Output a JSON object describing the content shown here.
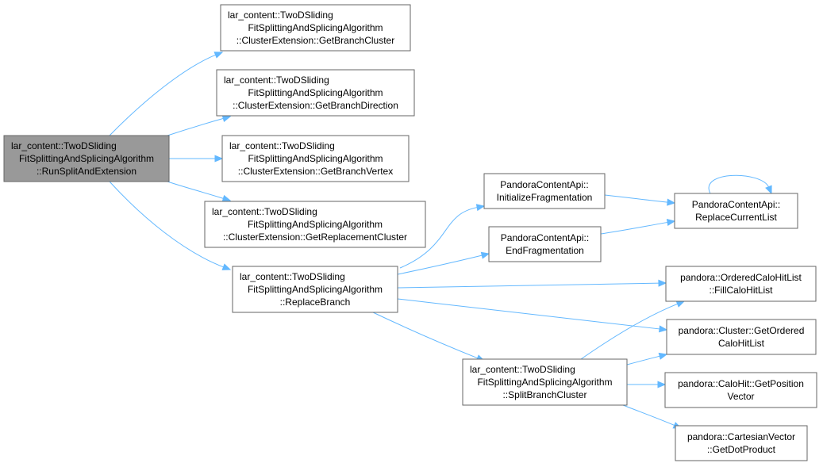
{
  "colors": {
    "edge": "#63b8ff",
    "node_border": "#666666",
    "root_fill": "#999999",
    "node_fill": "#ffffff"
  },
  "nodes": [
    {
      "id": "run",
      "lines": [
        "lar_content::TwoDSliding",
        "FitSplittingAndSplicingAlgorithm",
        "::RunSplitAndExtension"
      ]
    },
    {
      "id": "getBranchCluster",
      "lines": [
        "lar_content::TwoDSliding",
        "FitSplittingAndSplicingAlgorithm",
        "::ClusterExtension::GetBranchCluster"
      ]
    },
    {
      "id": "getBranchDirection",
      "lines": [
        "lar_content::TwoDSliding",
        "FitSplittingAndSplicingAlgorithm",
        "::ClusterExtension::GetBranchDirection"
      ]
    },
    {
      "id": "getBranchVertex",
      "lines": [
        "lar_content::TwoDSliding",
        "FitSplittingAndSplicingAlgorithm",
        "::ClusterExtension::GetBranchVertex"
      ]
    },
    {
      "id": "getReplacementCluster",
      "lines": [
        "lar_content::TwoDSliding",
        "FitSplittingAndSplicingAlgorithm",
        "::ClusterExtension::GetReplacementCluster"
      ]
    },
    {
      "id": "replaceBranch",
      "lines": [
        "lar_content::TwoDSliding",
        "FitSplittingAndSplicingAlgorithm",
        "::ReplaceBranch"
      ]
    },
    {
      "id": "initFrag",
      "lines": [
        "PandoraContentApi::",
        "InitializeFragmentation"
      ]
    },
    {
      "id": "endFrag",
      "lines": [
        "PandoraContentApi::",
        "EndFragmentation"
      ]
    },
    {
      "id": "replaceCurrentList",
      "lines": [
        "PandoraContentApi::",
        "ReplaceCurrentList"
      ]
    },
    {
      "id": "fillCaloHitList",
      "lines": [
        "pandora::OrderedCaloHitList",
        "::FillCaloHitList"
      ]
    },
    {
      "id": "getOrderedCaloHitList",
      "lines": [
        "pandora::Cluster::GetOrdered",
        "CaloHitList"
      ]
    },
    {
      "id": "splitBranchCluster",
      "lines": [
        "lar_content::TwoDSliding",
        "FitSplittingAndSplicingAlgorithm",
        "::SplitBranchCluster"
      ]
    },
    {
      "id": "getPositionVector",
      "lines": [
        "pandora::CaloHit::GetPosition",
        "Vector"
      ]
    },
    {
      "id": "getDotProduct",
      "lines": [
        "pandora::CartesianVector",
        "::GetDotProduct"
      ]
    }
  ],
  "edges": [
    {
      "from": "run",
      "to": "getBranchCluster"
    },
    {
      "from": "run",
      "to": "getBranchDirection"
    },
    {
      "from": "run",
      "to": "getBranchVertex"
    },
    {
      "from": "run",
      "to": "getReplacementCluster"
    },
    {
      "from": "run",
      "to": "replaceBranch"
    },
    {
      "from": "replaceBranch",
      "to": "initFrag"
    },
    {
      "from": "replaceBranch",
      "to": "endFrag"
    },
    {
      "from": "replaceBranch",
      "to": "fillCaloHitList"
    },
    {
      "from": "replaceBranch",
      "to": "getOrderedCaloHitList"
    },
    {
      "from": "replaceBranch",
      "to": "splitBranchCluster"
    },
    {
      "from": "initFrag",
      "to": "replaceCurrentList"
    },
    {
      "from": "endFrag",
      "to": "replaceCurrentList"
    },
    {
      "from": "replaceCurrentList",
      "to": "replaceCurrentList"
    },
    {
      "from": "splitBranchCluster",
      "to": "fillCaloHitList"
    },
    {
      "from": "splitBranchCluster",
      "to": "getOrderedCaloHitList"
    },
    {
      "from": "splitBranchCluster",
      "to": "getPositionVector"
    },
    {
      "from": "splitBranchCluster",
      "to": "getDotProduct"
    }
  ]
}
